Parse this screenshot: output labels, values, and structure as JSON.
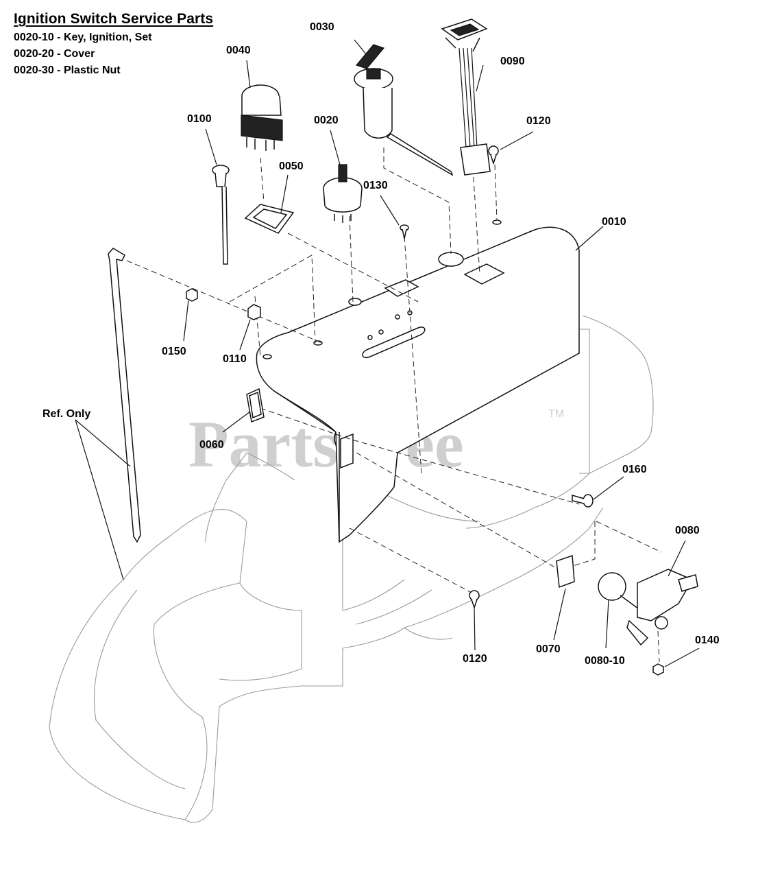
{
  "header": {
    "title": "Ignition Switch Service Parts",
    "lines": [
      "0020-10 - Key, Ignition, Set",
      "0020-20 - Cover",
      "0020-30 - Plastic Nut"
    ]
  },
  "watermark": {
    "text": "PartsTree",
    "tm": "TM"
  },
  "callouts": {
    "p0010": "0010",
    "p0020": "0020",
    "p0030": "0030",
    "p0040": "0040",
    "p0050": "0050",
    "p0060": "0060",
    "p0070": "0070",
    "p0080": "0080",
    "p0080_10": "0080-10",
    "p0090": "0090",
    "p0100": "0100",
    "p0110": "0110",
    "p0120a": "0120",
    "p0120b": "0120",
    "p0130": "0130",
    "p0140": "0140",
    "p0150": "0150",
    "p0160": "0160",
    "ref_only": "Ref. Only"
  },
  "colors": {
    "ink": "#111111",
    "watermark": "#cfcfcf",
    "body_outline": "#9a9a9a"
  }
}
